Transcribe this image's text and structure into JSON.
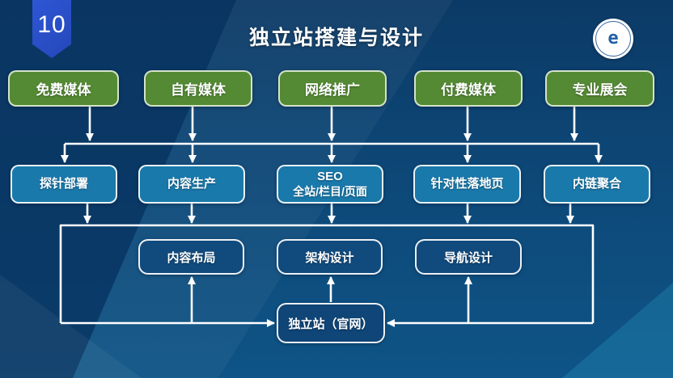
{
  "slide": {
    "page_number": "10",
    "title": "独立站搭建与设计"
  },
  "logo": {
    "symbol": "e"
  },
  "diagram": {
    "sources": [
      {
        "label": "免费媒体"
      },
      {
        "label": "自有媒体"
      },
      {
        "label": "网络推广"
      },
      {
        "label": "付费媒体"
      },
      {
        "label": "专业展会"
      }
    ],
    "tactics": [
      {
        "label": "探针部署"
      },
      {
        "label": "内容生产"
      },
      {
        "label": "SEO",
        "sub": "全站/栏目/页面"
      },
      {
        "label": "针对性落地页"
      },
      {
        "label": "内链聚合"
      }
    ],
    "design": [
      {
        "label": "内容布局"
      },
      {
        "label": "架构设计"
      },
      {
        "label": "导航设计"
      }
    ],
    "site": {
      "label": "独立站（官网）"
    }
  },
  "colors": {
    "background": "#0d4373",
    "ribbon": "#2b52cc",
    "source_box": "#548a34",
    "tactic_box": "#1a79ab",
    "design_box": "#114b7e",
    "site_box": "#0f4577",
    "connector": "#ffffff"
  }
}
